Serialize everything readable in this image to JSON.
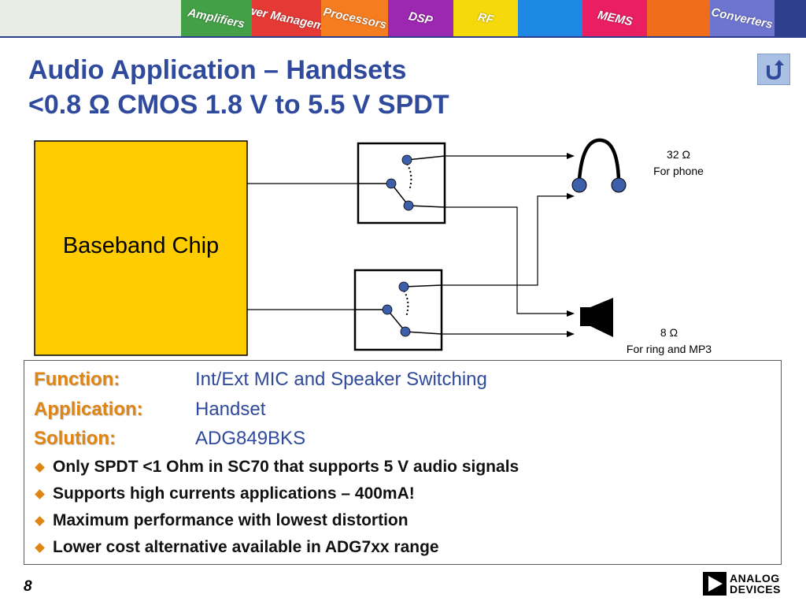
{
  "banner": {
    "tiles": [
      {
        "label": "",
        "color": "#e8ece4"
      },
      {
        "label": "Amplifiers",
        "color": "#43a047"
      },
      {
        "label": "Power Management",
        "color": "#e53935"
      },
      {
        "label": "Processors",
        "color": "#f57c1f"
      },
      {
        "label": "DSP",
        "color": "#9c27b0"
      },
      {
        "label": "RF",
        "color": "#f5d90a"
      },
      {
        "label": "",
        "color": "#1e88e5"
      },
      {
        "label": "MEMS",
        "color": "#e91e63"
      },
      {
        "label": "",
        "color": "#ef6c1a"
      },
      {
        "label": "Converters",
        "color": "#6d75d1"
      },
      {
        "label": "",
        "color": "#2d3e8c"
      }
    ]
  },
  "title": {
    "line1": "Audio Application – Handsets",
    "line2": "<0.8 Ω CMOS 1.8 V to 5.5 V SPDT"
  },
  "diagram": {
    "chip_label": "Baseband Chip",
    "headphone": {
      "line1": "32 Ω",
      "line2": "For phone"
    },
    "speaker": {
      "line1": "8 Ω",
      "line2": "For ring and MP3"
    },
    "colors": {
      "chip": "#ffcc00",
      "node": "#3d5ea8",
      "wire": "#000000"
    }
  },
  "info": {
    "function": {
      "key": "Function:",
      "value": "Int/Ext MIC and Speaker Switching"
    },
    "application": {
      "key": "Application:",
      "value": "Handset"
    },
    "solution": {
      "key": "Solution:",
      "value": "ADG849BKS"
    },
    "bullets": [
      "Only SPDT <1 Ohm in SC70 that supports 5 V audio signals",
      "Supports high currents applications – 400mA!",
      "Maximum performance with lowest distortion",
      "Lower cost alternative available in ADG7xx range"
    ]
  },
  "footer": {
    "page_number": "8",
    "logo_line1": "ANALOG",
    "logo_line2": "DEVICES"
  },
  "icons": {
    "back": "u-turn-arrow-icon",
    "logo": "analog-devices-logo-icon"
  }
}
